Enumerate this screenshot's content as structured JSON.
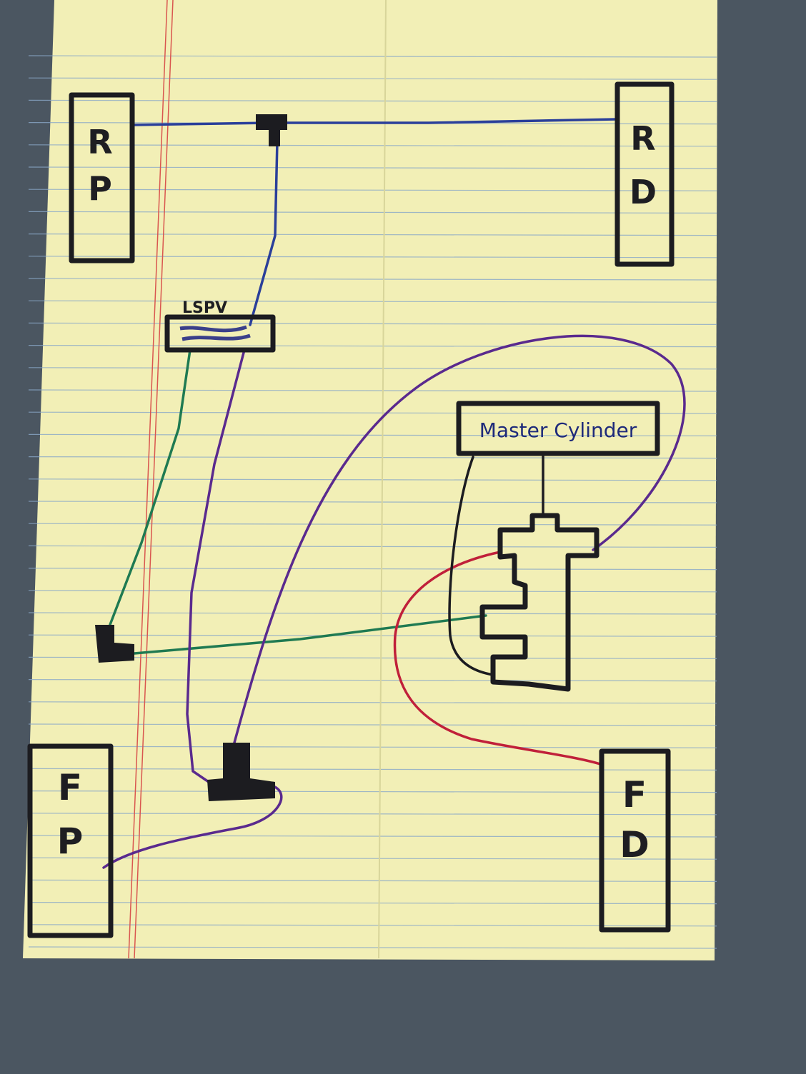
{
  "components": {
    "rear_passenger": {
      "line1": "R",
      "line2": "P"
    },
    "rear_driver": {
      "line1": "R",
      "line2": "D"
    },
    "front_passenger": {
      "line1": "F",
      "line2": "P"
    },
    "front_driver": {
      "line1": "F",
      "line2": "D"
    },
    "lspv": {
      "label": "LSPV"
    },
    "master_cylinder": {
      "label": "Master Cylinder"
    }
  },
  "colors": {
    "rear_line": "#2a3f9a",
    "front_left_line": "#5a2a8e",
    "front_right_line": "#c0203a",
    "cross_line": "#1f7a52",
    "ink": "#1c1c20",
    "paper": "#f2efb6",
    "background": "#4b5661"
  }
}
